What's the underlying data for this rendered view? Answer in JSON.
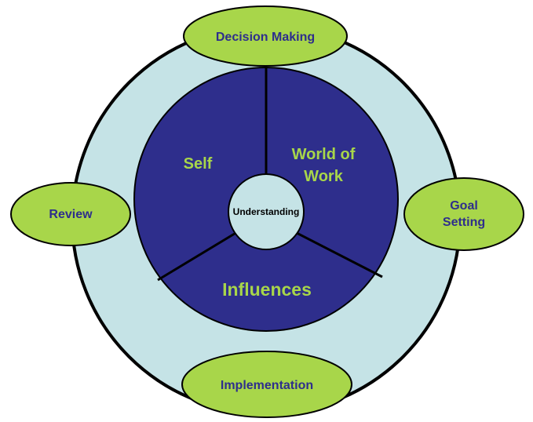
{
  "colors": {
    "outer_ring": "#c5e3e6",
    "inner_disc": "#2e2e8c",
    "center_circle": "#c5e3e6",
    "oval_fill": "#a8d64a",
    "oval_text": "#2e2e8c",
    "segment_text": "#a8d64a",
    "stroke": "#000000"
  },
  "center": {
    "label": "Understanding"
  },
  "segments": {
    "self": "Self",
    "world_of_work_line1": "World of",
    "world_of_work_line2": "Work",
    "influences": "Influences"
  },
  "stages": {
    "decision_making": "Decision Making",
    "goal_setting_line1": "Goal",
    "goal_setting_line2": "Setting",
    "implementation": "Implementation",
    "review": "Review"
  }
}
